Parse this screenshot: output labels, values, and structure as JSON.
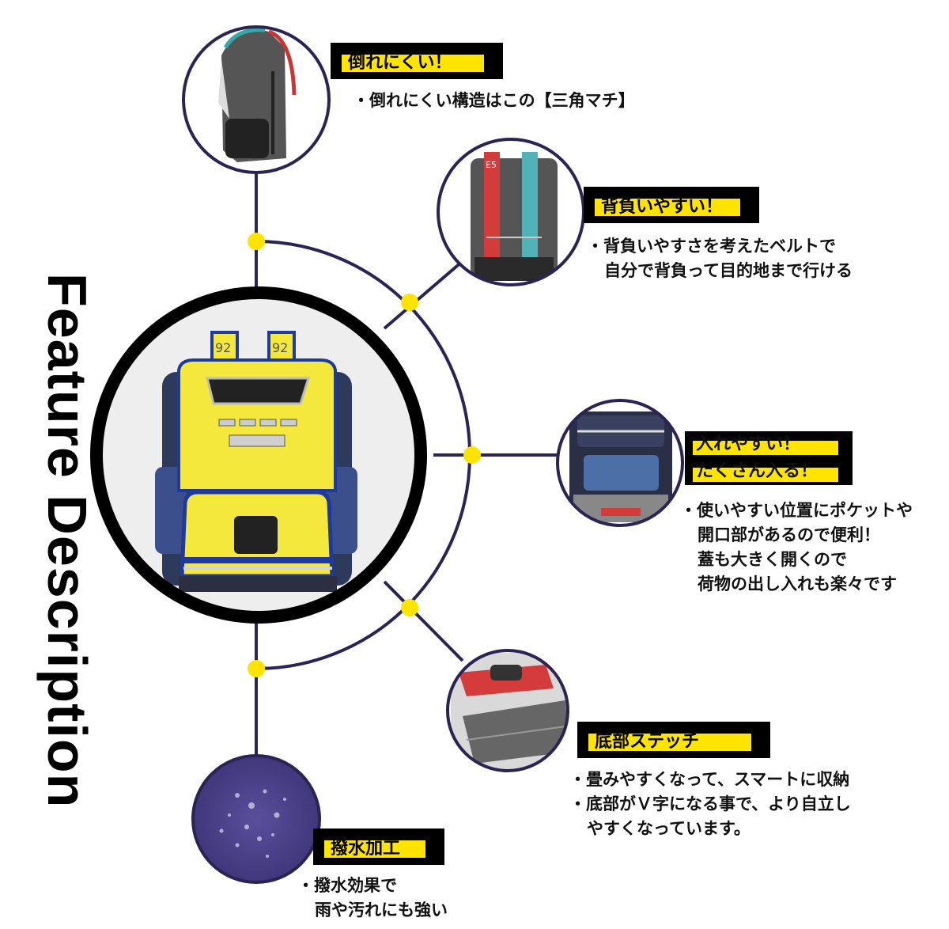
{
  "title": "Feature Description",
  "colors": {
    "navy": "#2b2452",
    "dot": "#ffe400",
    "tag_bg": "#000000",
    "tag_bar": "#ffe400",
    "bag_yellow": "#f3e83b",
    "bag_blue": "#1f3a9e",
    "fabric": "#4b3f8a"
  },
  "features": [
    {
      "label": "倒れにくい！",
      "lines": [
        "・倒れにくい構造はこの【三角マチ】"
      ]
    },
    {
      "label": "背負いやすい！",
      "lines": [
        "・背負いやすさを考えたベルトで",
        "自分で背負って目的地まで行ける"
      ]
    },
    {
      "label_lines": [
        "入れやすい！",
        "たくさん入る！"
      ],
      "lines": [
        "・使いやすい位置にポケットや",
        "開口部があるので便利！",
        "蓋も大きく開くので",
        "荷物の出し入れも楽々です"
      ]
    },
    {
      "label": "底部ステッチ",
      "lines": [
        "・畳みやすくなって、スマートに収納",
        "・底部がＶ字になる事で、より自立し",
        "やすくなっています。"
      ]
    },
    {
      "label": "撥水加工",
      "lines": [
        "・撥水効果で",
        "雨や汚れにも強い"
      ]
    }
  ],
  "bag_panel_text": [
    "92",
    "92",
    "E5"
  ]
}
